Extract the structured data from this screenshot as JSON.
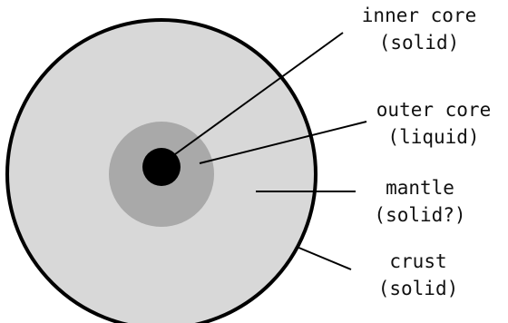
{
  "diagram": {
    "labels": {
      "inner_core": {
        "name": "inner core",
        "state": "(solid)"
      },
      "outer_core": {
        "name": "outer core",
        "state": "(liquid)"
      },
      "mantle": {
        "name": "mantle",
        "state": "(solid?)"
      },
      "crust": {
        "name": "crust",
        "state": "(solid)"
      }
    },
    "colors": {
      "crust_outline": "#000000",
      "mantle_fill": "#d8d8d8",
      "outer_core_fill": "#a9a9a9",
      "inner_core_fill": "#000000",
      "leader_line": "#000000"
    }
  }
}
